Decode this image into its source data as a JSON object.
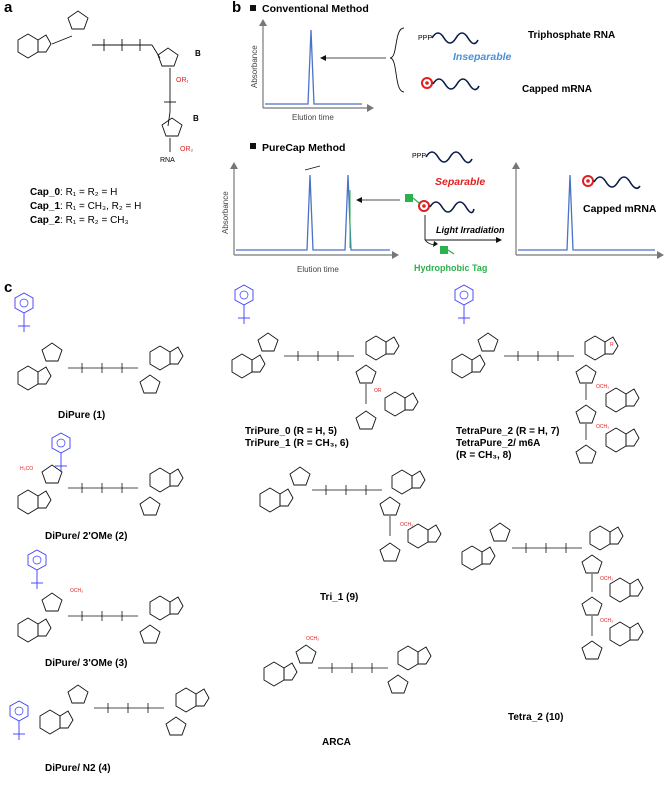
{
  "panels": {
    "a": {
      "letter": "a",
      "atoms": {
        "b1": "B",
        "b2": "B",
        "or1": "OR₁",
        "or2": "OR₂",
        "rna": "RNA"
      },
      "caps": [
        {
          "name": "Cap_0",
          "def": ": R₁ = R₂ = H"
        },
        {
          "name": "Cap_1",
          "def": ": R₁ = CH₃, R₂ = H"
        },
        {
          "name": "Cap_2",
          "def": ": R₁ = R₂ = CH₃"
        }
      ]
    },
    "b": {
      "letter": "b",
      "conventional": {
        "heading": "Conventional Method",
        "ylabel": "Absorbance",
        "xlabel": "Elution time",
        "ppp": "PPP",
        "rna1": "Triphosphate RNA",
        "inseparable": "Inseparable",
        "rna2": "Capped mRNA"
      },
      "purecap": {
        "heading": "PureCap Method",
        "ylabel": "Absorbance",
        "xlabel": "Elution time",
        "ppp": "PPP",
        "separable": "Separable",
        "light": "Light Irradiation",
        "tag": "Hydrophobic Tag",
        "result": "Capped mRNA"
      }
    },
    "c": {
      "letter": "c",
      "compounds": [
        {
          "label": "DiPure (1)"
        },
        {
          "label": "DiPure/ 2'OMe (2)"
        },
        {
          "label": "DiPure/ 3'OMe (3)"
        },
        {
          "label": "DiPure/ N2 (4)"
        },
        {
          "label": "TriPure_0 (R = H, 5)",
          "label2": "TriPure_1 (R = CH₃, 6)"
        },
        {
          "label": "Tri_1 (9)"
        },
        {
          "label": "ARCA"
        },
        {
          "label": "TetraPure_2 (R = H, 7)",
          "label2": "TetraPure_2/ m6A",
          "label3": "(R = CH₃, 8)"
        },
        {
          "label": "Tetra_2 (10)"
        }
      ]
    }
  },
  "colors": {
    "blue": "#4a6fd8",
    "green": "#2bb24c",
    "red": "#e02020",
    "navy": "#0a1a4a",
    "purple": "#3a3aff",
    "trace": "#4a72c8"
  }
}
